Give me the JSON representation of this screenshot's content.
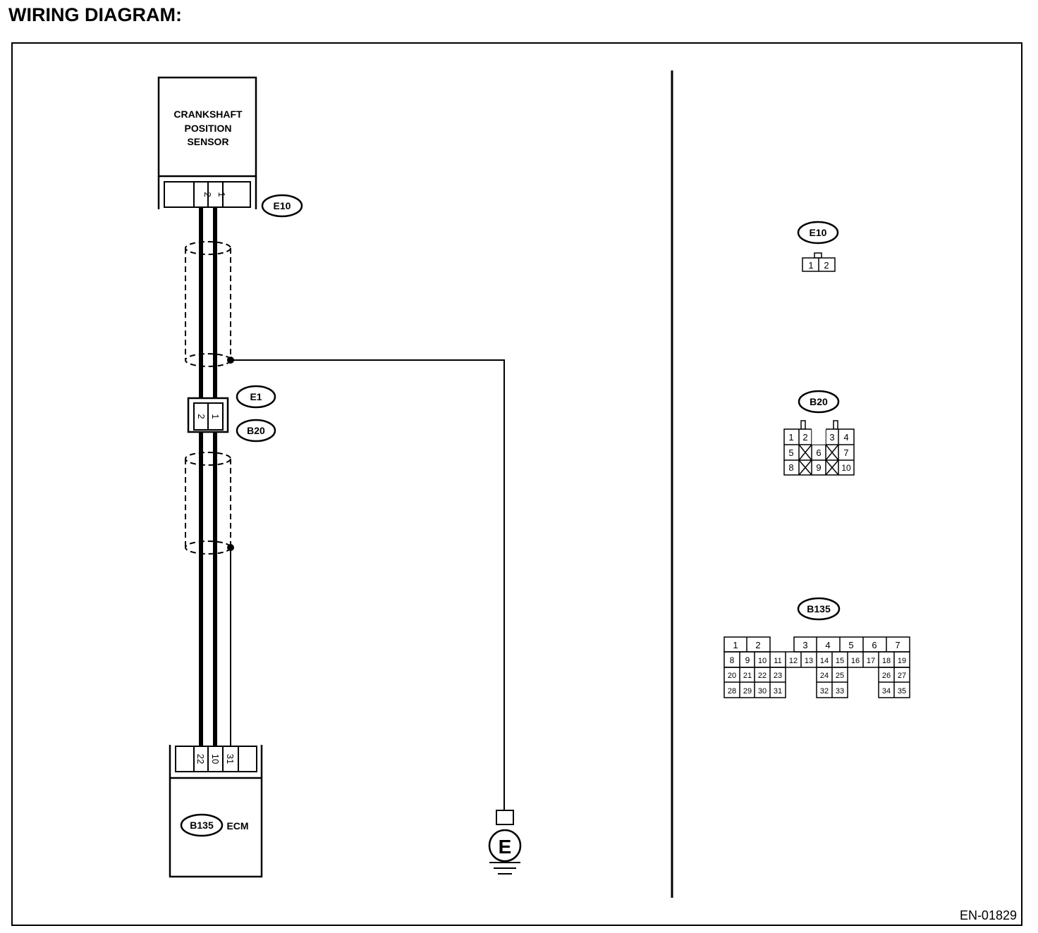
{
  "title": "WIRING DIAGRAM:",
  "doc_code": "EN-01829",
  "sensor": {
    "line1": "CRANKSHAFT",
    "line2": "POSITION",
    "line3": "SENSOR"
  },
  "ecm_label": "ECM",
  "ground_label": "E",
  "harness_connectors": {
    "e10": {
      "id": "E10",
      "pins": [
        "2",
        "1"
      ]
    },
    "joint": {
      "upper_id": "E1",
      "lower_id": "B20",
      "pins": [
        "2",
        "1"
      ]
    },
    "b135": {
      "id": "B135",
      "pins": [
        "22",
        "10",
        "31"
      ]
    }
  },
  "connector_views": {
    "e10": {
      "id": "E10",
      "pins": [
        "1",
        "2"
      ]
    },
    "b20": {
      "id": "B20",
      "rows": [
        [
          "1",
          "2",
          "",
          "3",
          "4"
        ],
        [
          "5",
          "X",
          "6",
          "X",
          "7"
        ],
        [
          "8",
          "X",
          "9",
          "X",
          "10"
        ]
      ]
    },
    "b135": {
      "id": "B135",
      "top_pins": [
        "1",
        "2",
        "3",
        "4",
        "5",
        "6",
        "7"
      ],
      "row2": [
        "8",
        "9",
        "10",
        "11",
        "12",
        "13",
        "14",
        "15",
        "16",
        "17",
        "18",
        "19"
      ],
      "row3_left": [
        "20",
        "21",
        "22",
        "23"
      ],
      "row3_mid": [
        "24",
        "25"
      ],
      "row3_right": [
        "26",
        "27"
      ],
      "row4_left": [
        "28",
        "29",
        "30",
        "31"
      ],
      "row4_mid": [
        "32",
        "33"
      ],
      "row4_right": [
        "34",
        "35"
      ]
    }
  }
}
